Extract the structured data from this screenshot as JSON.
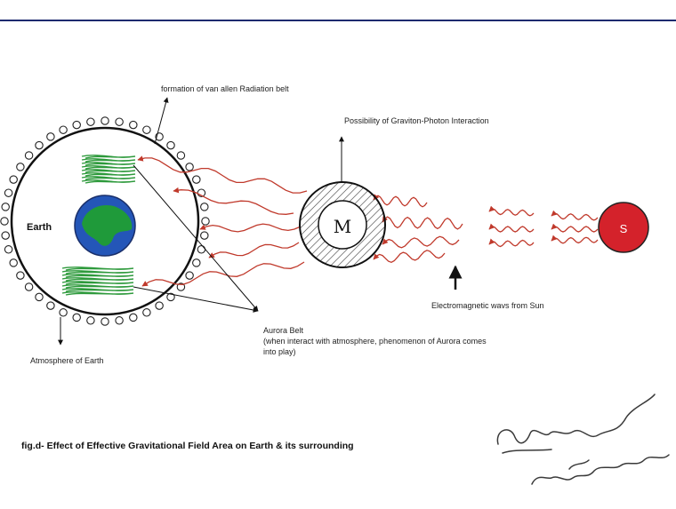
{
  "labels": {
    "van_allen": "formation of van allen Radiation belt",
    "graviton": "Possibility of Graviton-Photon Interaction",
    "earth": "Earth",
    "moon_letter": "M",
    "sun_letter": "S",
    "electromagnetic": "Electromagnetic wavs from Sun",
    "aurora_title": "Aurora Belt",
    "aurora_desc_1": "(when interact with atmosphere, phenomenon of Aurora comes",
    "aurora_desc_2": "into play)",
    "atmosphere": "Atmosphere of Earth",
    "caption": "fig.d- Effect of Effective Gravitational Field Area on Earth & its surrounding",
    "signature_line1": "ব্যাচেলার্স",
    "signature_line2": "Ncd Phakash"
  },
  "colors": {
    "wave": "#c0392b",
    "ocean": "#2456b8",
    "land": "#1f9a3a",
    "belt": "#2e9a3c",
    "sun": "#d4222b",
    "ink": "#111111",
    "rule": "#1d2a6e",
    "signature": "#3a3a3a"
  }
}
